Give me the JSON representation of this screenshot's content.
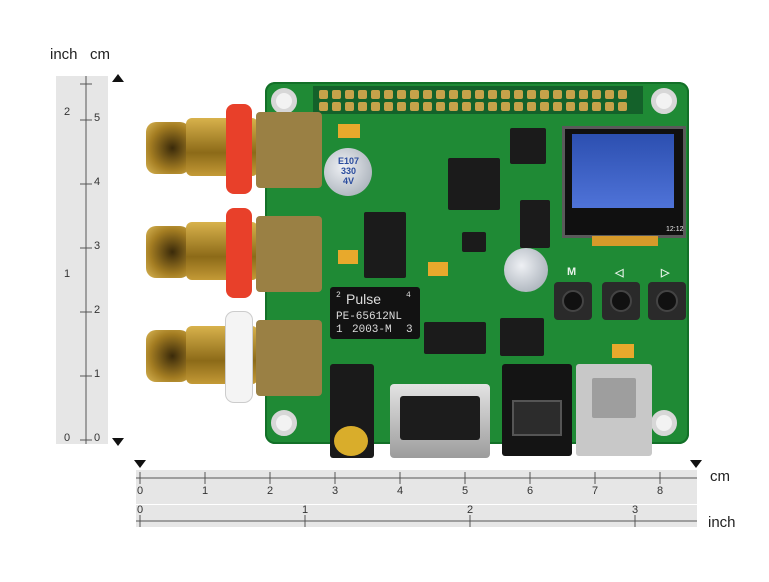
{
  "photo_subject": "Raspberry Pi audio DAC HAT board with measurement rulers",
  "rulers": {
    "vertical": {
      "unit_labels": [
        "inch",
        "cm"
      ],
      "inch_ticks": [
        "2",
        "1",
        "0"
      ],
      "cm_ticks": [
        "5",
        "4",
        "3",
        "2",
        "1",
        "0"
      ]
    },
    "horizontal_top": {
      "unit_label": "cm",
      "ticks": [
        "0",
        "1",
        "2",
        "3",
        "4",
        "5",
        "6",
        "7",
        "8"
      ]
    },
    "horizontal_bottom": {
      "unit_label": "inch",
      "ticks": [
        "0",
        "1",
        "2",
        "3"
      ]
    }
  },
  "board": {
    "transformer_text": [
      "Pulse",
      "PE-65612NL",
      "2003-M"
    ],
    "transformer_marks": [
      "2",
      "4",
      "1",
      "3"
    ],
    "button_marks": [
      "M",
      "◁",
      "▷"
    ],
    "capacitor_text": [
      "E107",
      "330",
      "4V"
    ],
    "oled_corner_text": "12:12"
  },
  "colors": {
    "pcb": "#1f8a35",
    "rca_rings": [
      "#e8402a",
      "#e8402a",
      "#f4f4f4"
    ],
    "oled": "#3f63c8"
  }
}
